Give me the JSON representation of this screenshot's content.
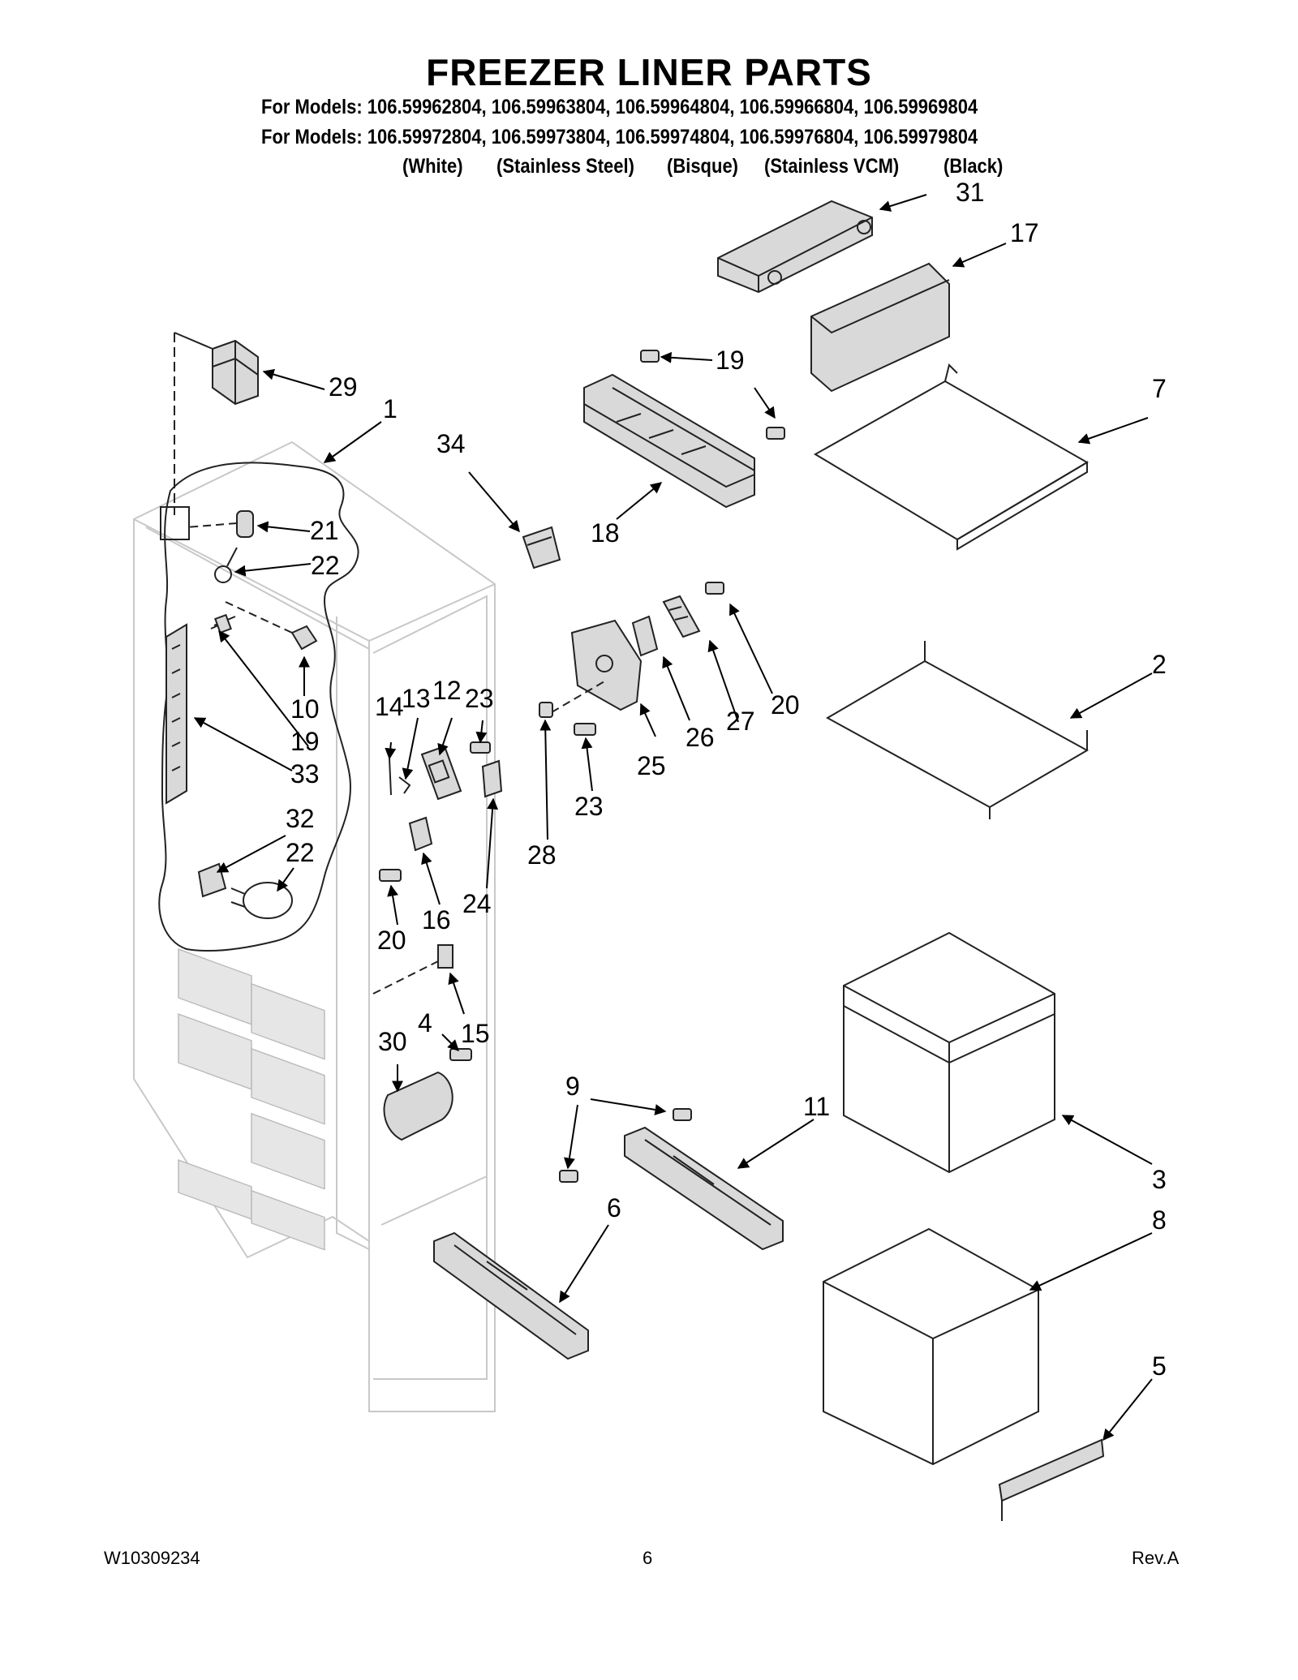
{
  "title": "FREEZER LINER PARTS",
  "models": [
    "For Models: 106.59962804, 106.59963804, 106.59964804, 106.59966804, 106.59969804",
    "For Models: 106.59972804, 106.59973804, 106.59974804, 106.59976804, 106.59979804"
  ],
  "colors": [
    "(White)",
    "(Stainless Steel)",
    "(Bisque)",
    "(Stainless VCM)",
    "(Black)"
  ],
  "callouts": {
    "c31": "31",
    "c17": "17",
    "c29": "29",
    "c1": "1",
    "c19a": "19",
    "c7": "7",
    "c34": "34",
    "c18": "18",
    "c21": "21",
    "c22a": "22",
    "c10": "10",
    "c19b": "19",
    "c33": "33",
    "c32": "32",
    "c22b": "22",
    "c20a": "20",
    "c2": "2",
    "c27": "27",
    "c26": "26",
    "c25": "25",
    "c14": "14",
    "c13": "13",
    "c12": "12",
    "c23a": "23",
    "c23b": "23",
    "c28": "28",
    "c24": "24",
    "c16": "16",
    "c20b": "20",
    "c15": "15",
    "c30": "30",
    "c4": "4",
    "c9": "9",
    "c11": "11",
    "c3": "3",
    "c6": "6",
    "c8": "8",
    "c5": "5"
  },
  "footer": {
    "doc_number": "W10309234",
    "page": "6",
    "revision": "Rev.A"
  }
}
